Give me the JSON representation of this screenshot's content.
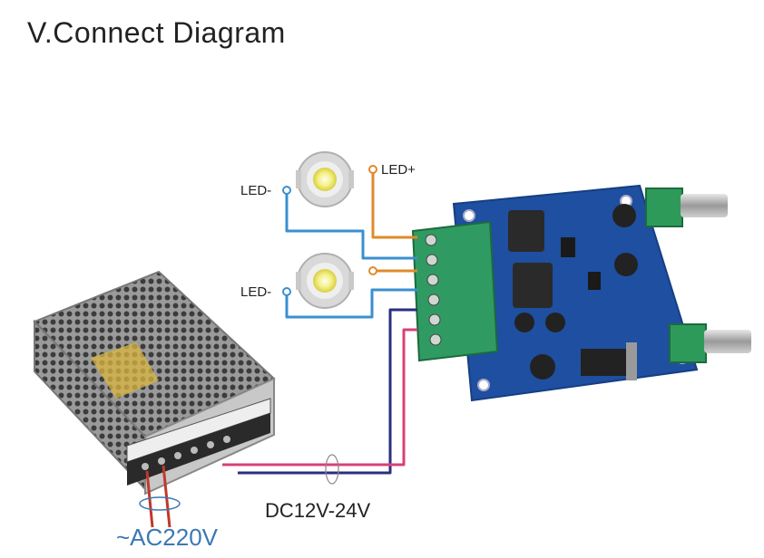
{
  "title": "V.Connect Diagram",
  "labels": {
    "led_plus": "LED+",
    "led_minus_1": "LED-",
    "led_minus_2": "LED-",
    "dc_input": "DC12V-24V",
    "ac_input": "~AC220V"
  },
  "colors": {
    "blue_wire": "#3a8fd0",
    "orange_wire": "#e08a2a",
    "pink_wire": "#d8407a",
    "navy_wire": "#2b2e82",
    "red_wire": "#c0392b",
    "pcb": "#1e4fa0",
    "terminal": "#2f9b62",
    "ac_text": "#3b78b4"
  }
}
